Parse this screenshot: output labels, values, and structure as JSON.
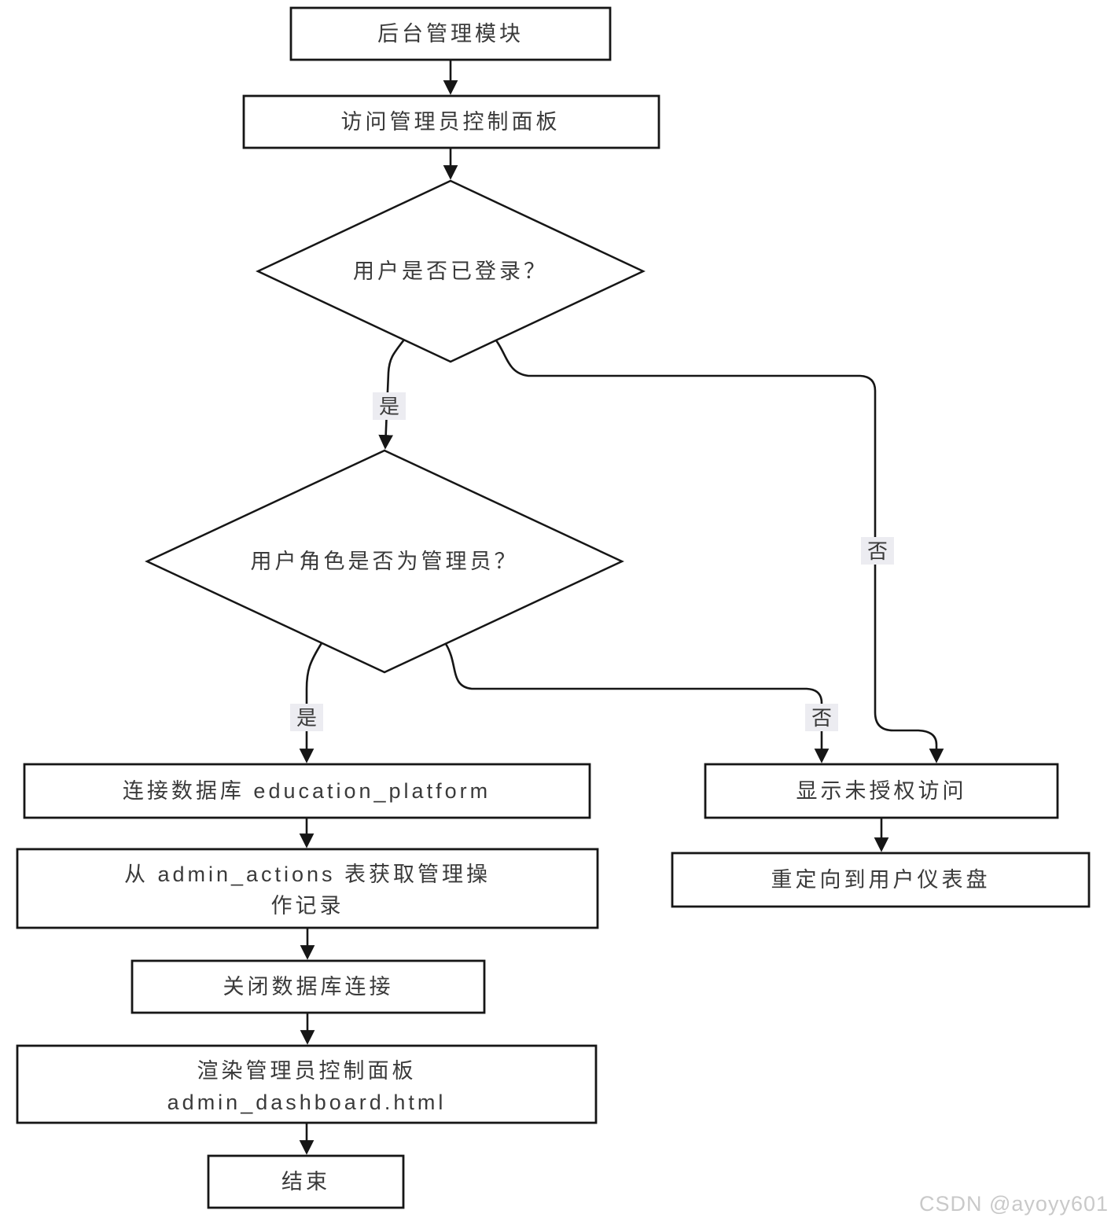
{
  "nodes": {
    "start": {
      "label": "后台管理模块"
    },
    "access_panel": {
      "label": "访问管理员控制面板"
    },
    "check_login": {
      "label": "用户是否已登录？"
    },
    "check_role": {
      "label": "用户角色是否为管理员？"
    },
    "connect_db": {
      "label": "连接数据库 education_platform"
    },
    "fetch_actions": {
      "line1": "从 admin_actions 表获取管理操",
      "line2": "作记录"
    },
    "close_db": {
      "label": "关闭数据库连接"
    },
    "render_dashboard": {
      "line1": "渲染管理员控制面板",
      "line2": "admin_dashboard.html"
    },
    "end": {
      "label": "结束"
    },
    "show_unauthorized": {
      "label": "显示未授权访问"
    },
    "redirect_user": {
      "label": "重定向到用户仪表盘"
    }
  },
  "edge_labels": {
    "login_yes": "是",
    "login_no": "否",
    "role_yes": "是",
    "role_no": "否"
  },
  "watermark": "CSDN @ayoyy601",
  "colors": {
    "line": "#161616",
    "node_fill": "#ffffff",
    "node_border": "#161616",
    "edge_label_bg": "#ececf1",
    "text": "#3a3a3a",
    "watermark": "#c9c9c9"
  }
}
